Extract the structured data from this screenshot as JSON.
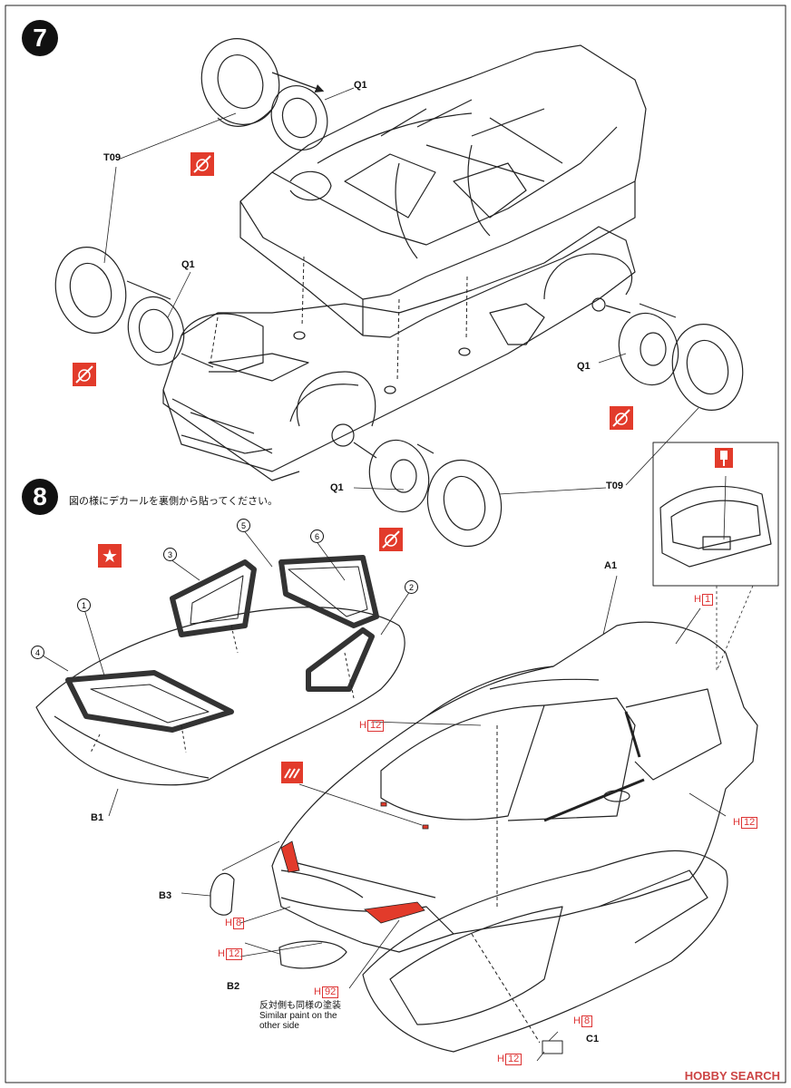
{
  "steps": [
    {
      "number": "7"
    },
    {
      "number": "8",
      "instruction": "図の様にデカールを裏側から貼ってください。"
    }
  ],
  "part_labels": {
    "q1": "Q1",
    "t09": "T09",
    "a1": "A1",
    "b1": "B1",
    "b2": "B2",
    "b3": "B3",
    "c1": "C1"
  },
  "paint_codes": {
    "h": "H",
    "n1": "1",
    "n8": "8",
    "n12": "12",
    "n92": "92"
  },
  "decal_numbers": [
    "1",
    "2",
    "3",
    "4",
    "5",
    "6"
  ],
  "paint_note": {
    "jp": "反対側も同様の塗装",
    "en_line1": "Similar paint on the",
    "en_line2": "other side"
  },
  "watermark": "HOBBY SEARCH",
  "colors": {
    "line": "#222222",
    "accent": "#e23b2b",
    "paint_red": "#d33333"
  },
  "icons": [
    "no-glue-icon",
    "star-icon",
    "pointer-icon",
    "paint-swatch-icon"
  ]
}
